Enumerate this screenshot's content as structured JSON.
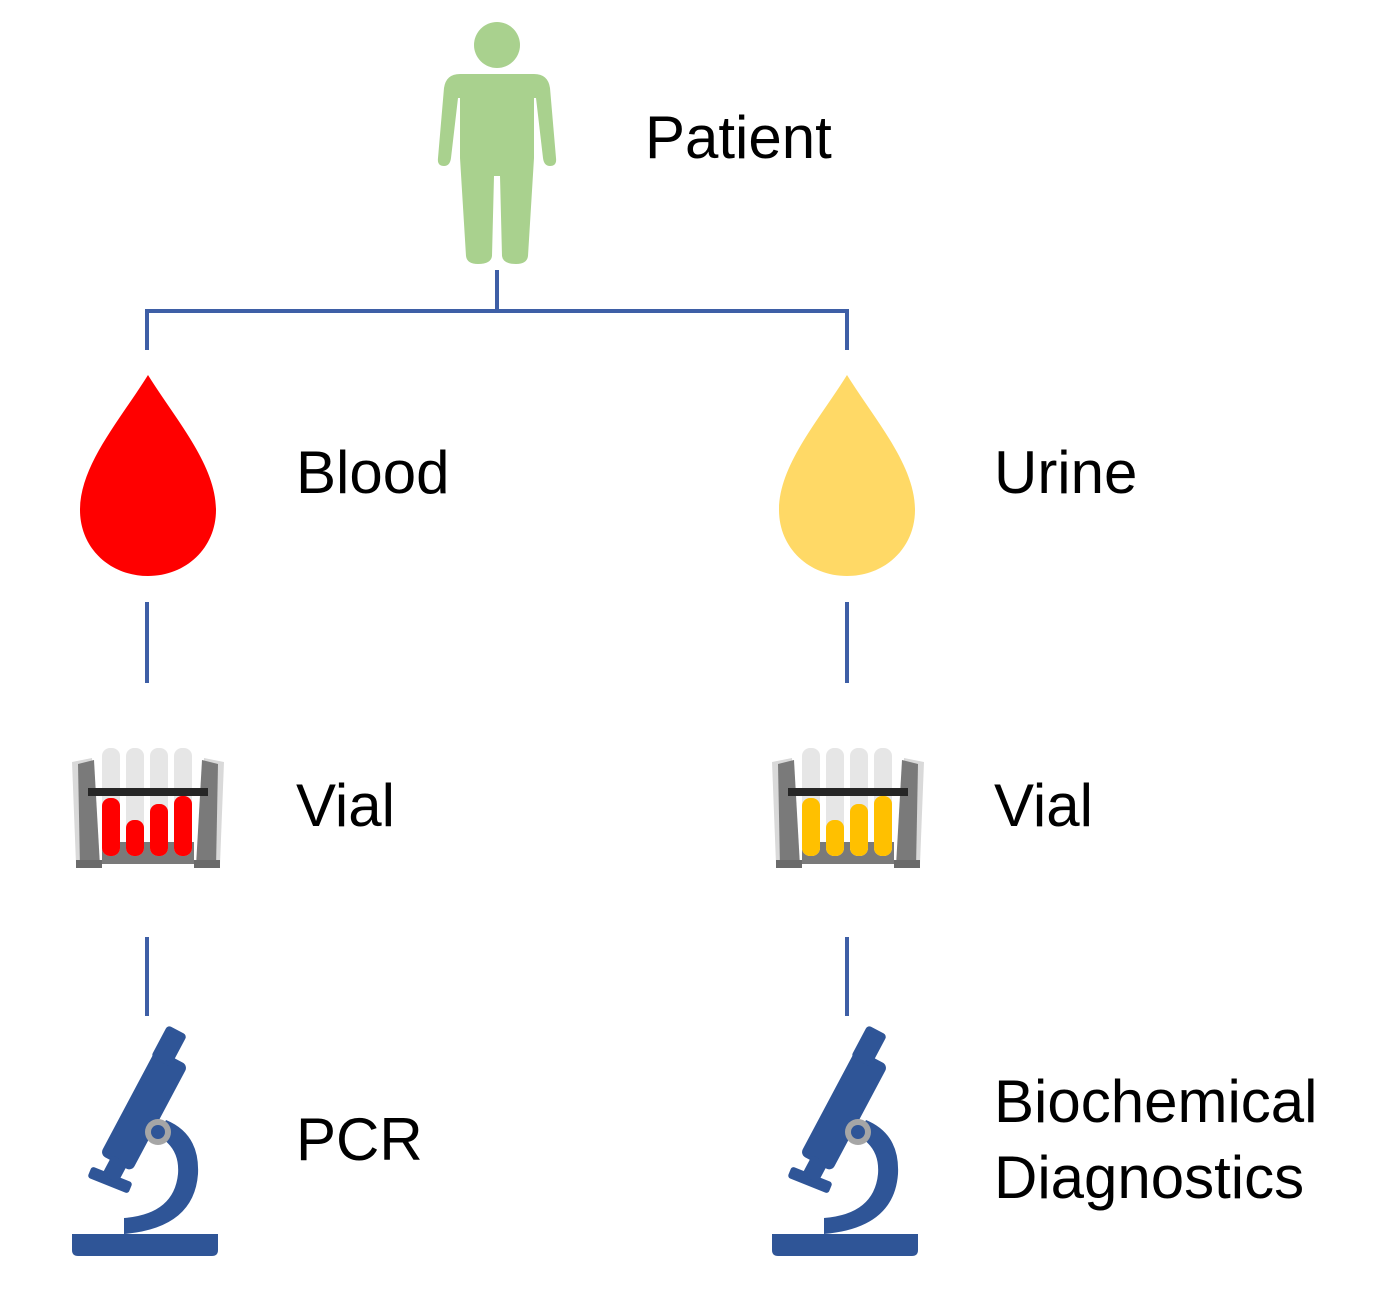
{
  "colors": {
    "connector": "#3e5fa6",
    "patient": "#a9d18e",
    "blood": "#ff0000",
    "urine": "#ffd966",
    "rack": "#7a7a7a",
    "microscope": "#2f5597"
  },
  "patient": {
    "label": "Patient",
    "icon": "person-icon"
  },
  "left_branch": {
    "sample": {
      "label": "Blood",
      "icon": "blood-drop-icon"
    },
    "container": {
      "label": "Vial",
      "icon": "test-tube-rack-icon"
    },
    "method": {
      "label": "PCR",
      "icon": "microscope-icon"
    }
  },
  "right_branch": {
    "sample": {
      "label": "Urine",
      "icon": "urine-drop-icon"
    },
    "container": {
      "label": "Vial",
      "icon": "test-tube-rack-icon"
    },
    "method": {
      "label_line1": "Biochemical",
      "label_line2": "Diagnostics",
      "icon": "microscope-icon"
    }
  }
}
